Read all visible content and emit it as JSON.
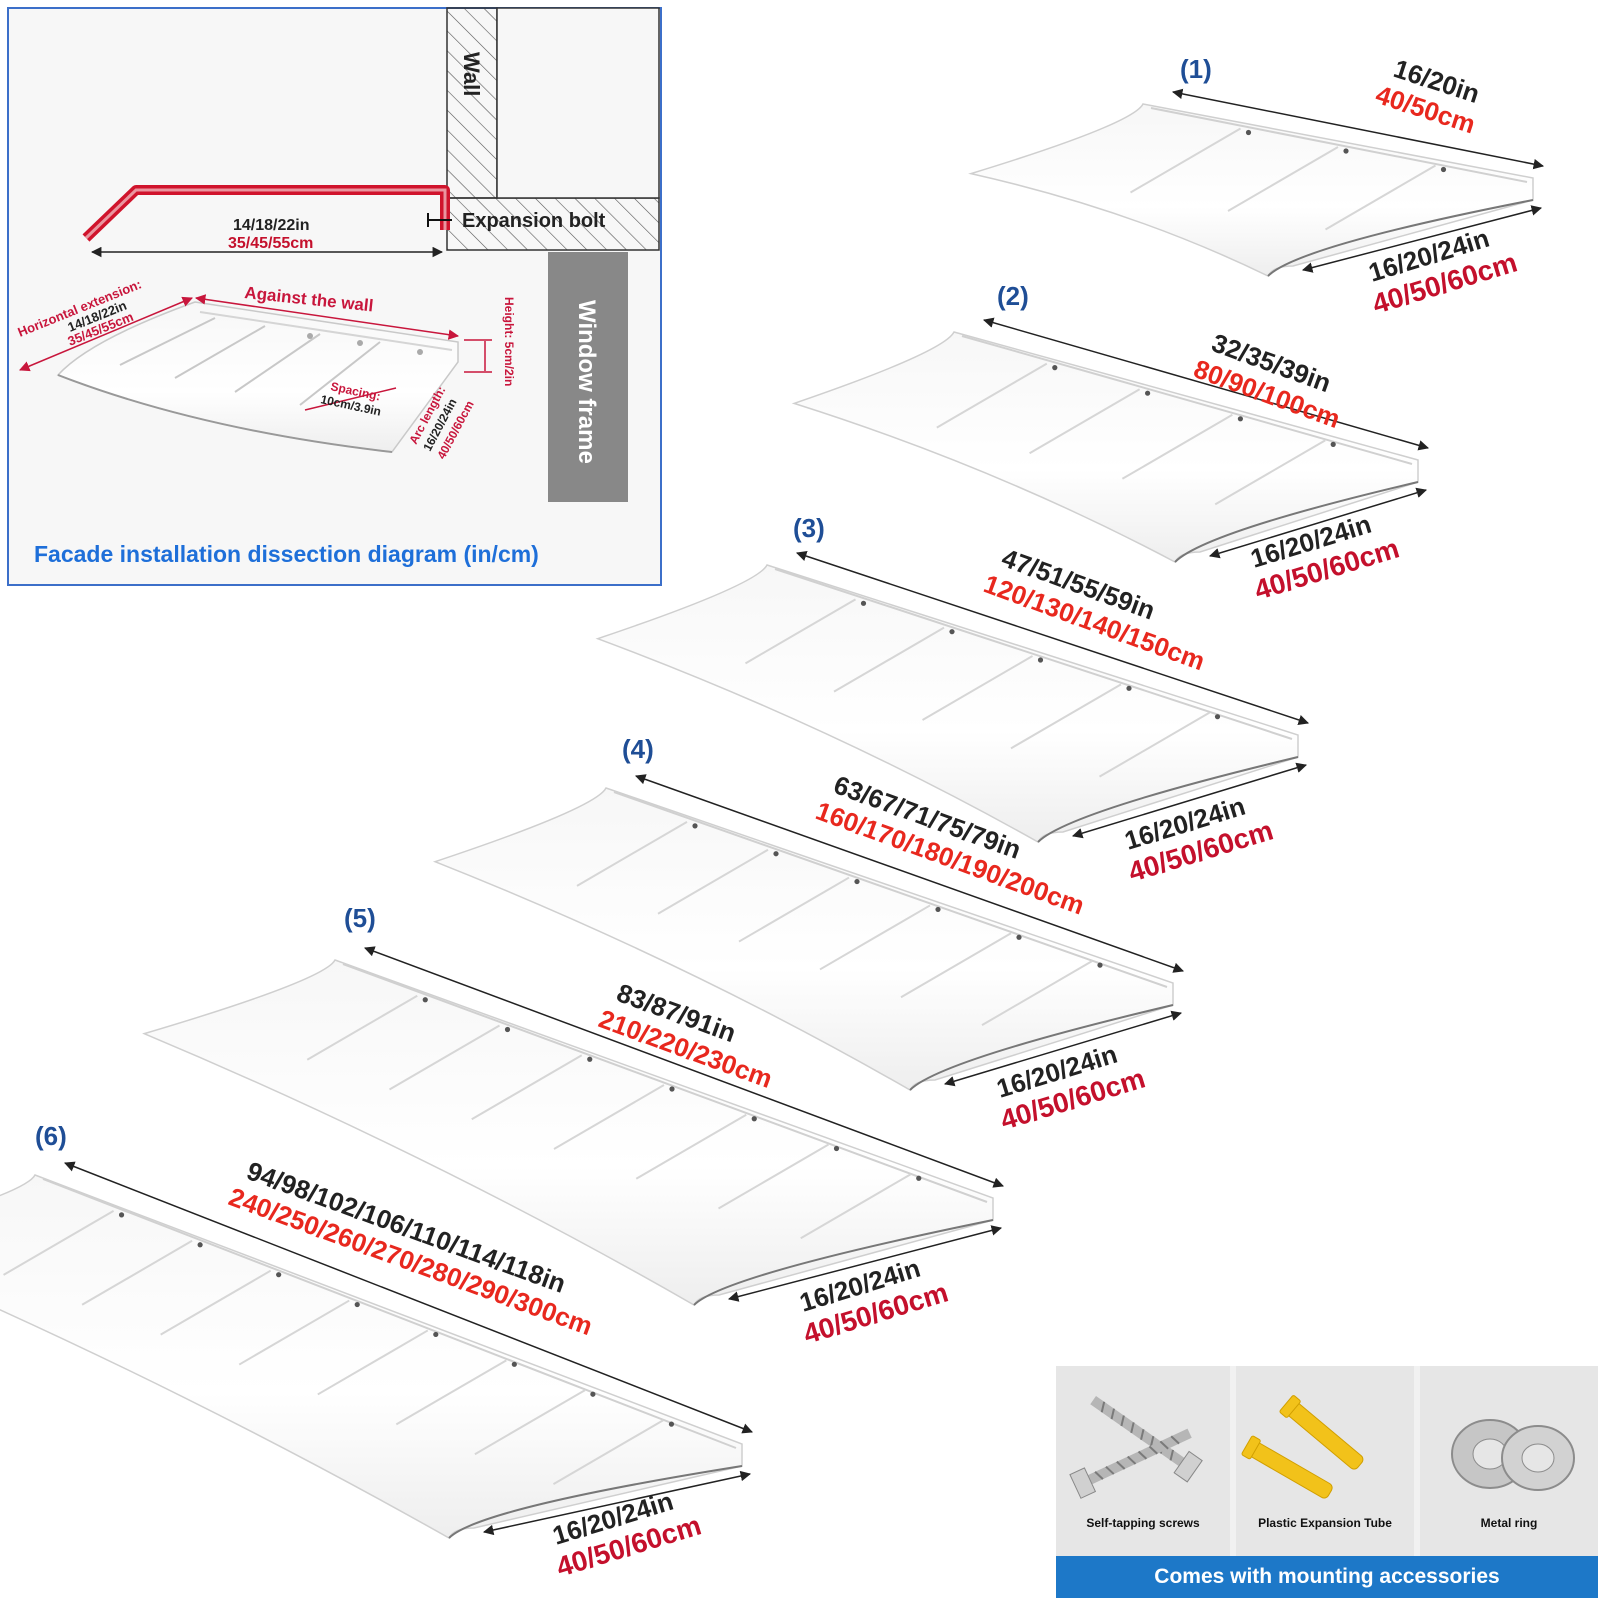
{
  "diagram": {
    "caption": "Facade installation dissection diagram (in/cm)",
    "wall_label": "Wall",
    "window_frame_label": "Window frame",
    "expansion_bolt_label": "Expansion bolt",
    "extension_in": "14/18/22in",
    "extension_cm": "35/45/55cm",
    "horizontal_extension_label": "Horizontal extension:",
    "horizontal_extension_in": "14/18/22in",
    "horizontal_extension_cm": "35/45/55cm",
    "against_wall_label": "Against the wall",
    "spacing_label": "Spacing:",
    "spacing_value": "10cm/3.9in",
    "arc_length_label": "Arc length:",
    "arc_length_in": "16/20/24in",
    "arc_length_cm": "40/50/60cm",
    "height_label": "Height: 5cm/2in",
    "colors": {
      "frame_border": "#3c6fc9",
      "bracket_red": "#d0142c",
      "caption_blue": "#1e6fd9",
      "window_gray": "#888888"
    }
  },
  "sizes": [
    {
      "label": "(1)",
      "length_in": "16/20in",
      "length_cm": "40/50cm",
      "depth_in": "16/20/24in",
      "depth_cm": "40/50/60cm"
    },
    {
      "label": "(2)",
      "length_in": "32/35/39in",
      "length_cm": "80/90/100cm",
      "depth_in": "16/20/24in",
      "depth_cm": "40/50/60cm"
    },
    {
      "label": "(3)",
      "length_in": "47/51/55/59in",
      "length_cm": "120/130/140/150cm",
      "depth_in": "16/20/24in",
      "depth_cm": "40/50/60cm"
    },
    {
      "label": "(4)",
      "length_in": "63/67/71/75/79in",
      "length_cm": "160/170/180/190/200cm",
      "depth_in": "16/20/24in",
      "depth_cm": "40/50/60cm"
    },
    {
      "label": "(5)",
      "length_in": "83/87/91in",
      "length_cm": "210/220/230cm",
      "depth_in": "16/20/24in",
      "depth_cm": "40/50/60cm"
    },
    {
      "label": "(6)",
      "length_in": "94/98/102/106/110/114/118in",
      "length_cm": "240/250/260/270/280/290/300cm",
      "depth_in": "16/20/24in",
      "depth_cm": "40/50/60cm"
    }
  ],
  "accessories": {
    "items": [
      "Self-tapping screws",
      "Plastic Expansion Tube",
      "Metal ring"
    ],
    "banner": "Comes with mounting accessories"
  }
}
